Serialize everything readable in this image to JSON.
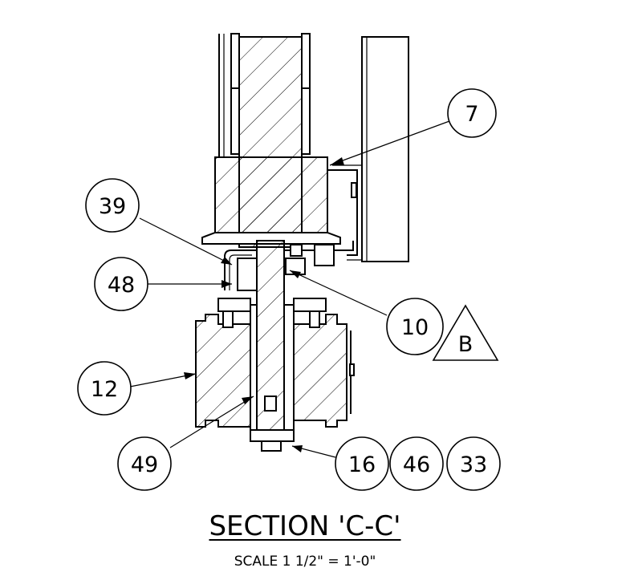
{
  "callouts": {
    "c7": "7",
    "c39": "39",
    "c48": "48",
    "c10": "10",
    "c12": "12",
    "c49": "49",
    "c16": "16",
    "c46": "46",
    "c33": "33"
  },
  "detail_ref": "B",
  "title": "SECTION 'C-C'",
  "scale": "SCALE 1 1/2\" = 1'-0\""
}
